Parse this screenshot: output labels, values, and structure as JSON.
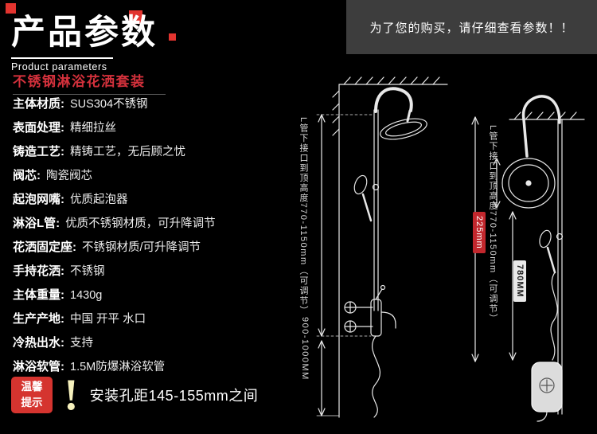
{
  "colors": {
    "background": "#000000",
    "accent_red": "#e2342f",
    "product_title_red": "#d4313c",
    "notice_bg": "#3d3d3d",
    "tip_badge_red": "#d5342f",
    "exclamation_yellow": "#f6f1bd",
    "dim_tag_red": "#c2272d",
    "line_color": "#e8e8e8"
  },
  "header": {
    "title": "产品参数",
    "subtitle": "Product parameters",
    "notice": "为了您的购买，请仔细查看参数！！"
  },
  "product": {
    "title": "不锈钢淋浴花洒套装",
    "colon": ":",
    "specs": [
      {
        "label": "主体材质",
        "value": "SUS304不锈钢"
      },
      {
        "label": "表面处理",
        "value": "精细拉丝"
      },
      {
        "label": "铸造工艺",
        "value": "精铸工艺，无后顾之忧"
      },
      {
        "label": "阀芯",
        "value": "陶瓷阀芯"
      },
      {
        "label": "起泡网嘴",
        "value": "优质起泡器"
      },
      {
        "label": "淋浴L管",
        "value": "优质不锈钢材质，可升降调节"
      },
      {
        "label": "花洒固定座",
        "value": "不锈钢材质/可升降调节"
      },
      {
        "label": "手持花洒",
        "value": "不锈钢"
      },
      {
        "label": "主体重量",
        "value": "1430g"
      },
      {
        "label": "生产产地",
        "value": "中国 开平 水口"
      },
      {
        "label": "冷热出水",
        "value": "支持"
      },
      {
        "label": "淋浴软管",
        "value": "1.5M防爆淋浴软管"
      }
    ]
  },
  "tip": {
    "badge_line1": "温馨",
    "badge_line2": "提示",
    "exclamation": "!",
    "text": "安装孔距145-155mm之间"
  },
  "diagrams": {
    "left": {
      "height_label": "L管下接口到顶高度770-1150mm（可调节）",
      "bottom_label": "900-1000MM"
    },
    "right": {
      "height_label": "L管下接口到顶高度770-1150mm（可调节）",
      "head_label": "225mm",
      "bar_label": "780MM"
    }
  }
}
